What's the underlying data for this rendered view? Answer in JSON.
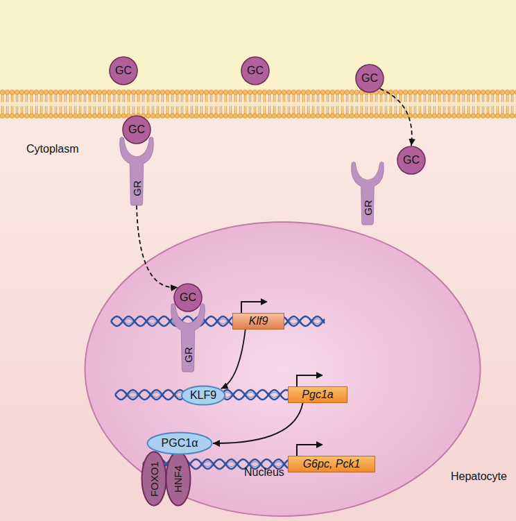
{
  "diagram": {
    "nodes": [
      {
        "text": [
          "GC"
        ]
      },
      {
        "text": [
          "GC"
        ]
      },
      {
        "text": [
          "GC"
        ]
      },
      {
        "text": [
          "Cytoplasm",
          "Hepatocyte"
        ]
      },
      {
        "text": [
          "GC"
        ],
        "in": 3
      },
      {
        "text": [
          "GR"
        ],
        "in": 3
      },
      {
        "text": [
          "GC"
        ],
        "in": 3
      },
      {
        "text": [
          "GR"
        ],
        "in": 3
      },
      {
        "text": [
          "Nucleus"
        ],
        "in": 3
      },
      {
        "text": [
          "GC"
        ],
        "in": 8
      },
      {
        "text": [
          "GR"
        ],
        "in": 8
      },
      {
        "text": [
          "Klf9"
        ],
        "in": 8
      },
      {
        "text": [
          "KLF9"
        ],
        "in": 8
      },
      {
        "text": [
          "Pgc1a"
        ],
        "in": 8
      },
      {
        "text": [
          "PGC1α"
        ],
        "in": 8
      },
      {
        "text": [
          "FOXO1"
        ],
        "in": 8
      },
      {
        "text": [
          "HNF4"
        ],
        "in": 8
      },
      {
        "text": [
          "G6pc, Pck1"
        ],
        "in": 8
      }
    ],
    "edges": [
      {
        "from": 2,
        "to": 6,
        "arrow": "to"
      },
      {
        "from": 5,
        "to": 9,
        "arrow": "to"
      },
      {
        "from": 11,
        "to": 12,
        "arrow": "to"
      },
      {
        "from": 13,
        "to": 14,
        "arrow": "to"
      }
    ]
  }
}
